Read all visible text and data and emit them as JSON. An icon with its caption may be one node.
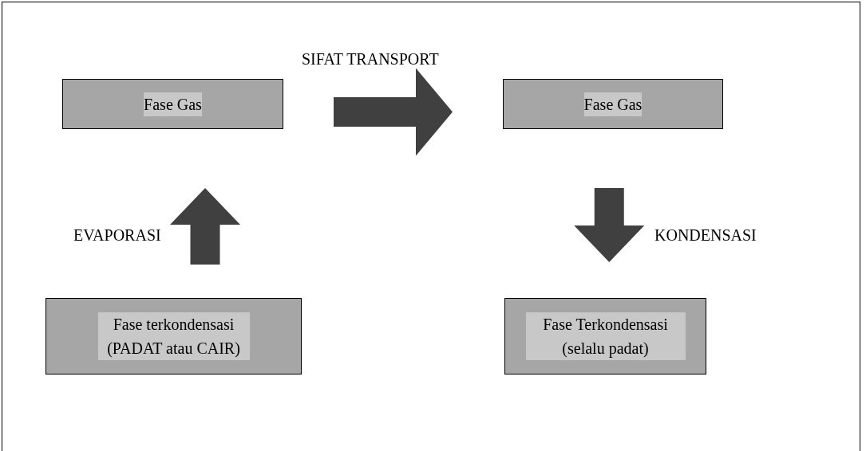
{
  "diagram": {
    "nodes": [
      {
        "text": [
          "Fase Gas"
        ]
      },
      {
        "text": [
          "Fase Gas"
        ]
      },
      {
        "text": [
          "Fase terkondensasi (PADAT atau CAIR)"
        ]
      },
      {
        "text": [
          "Fase Terkondensasi (selalu padat)"
        ]
      }
    ],
    "edges": [
      {
        "from": 0,
        "to": 1,
        "arrow": "to",
        "label": "SIFAT TRANSPORT",
        "style": "thick"
      },
      {
        "from": 2,
        "to": 0,
        "arrow": "to",
        "label": "EVAPORASI",
        "style": "thick"
      },
      {
        "from": 1,
        "to": 3,
        "arrow": "to",
        "label": "KONDENSASI",
        "style": "thick"
      }
    ]
  }
}
